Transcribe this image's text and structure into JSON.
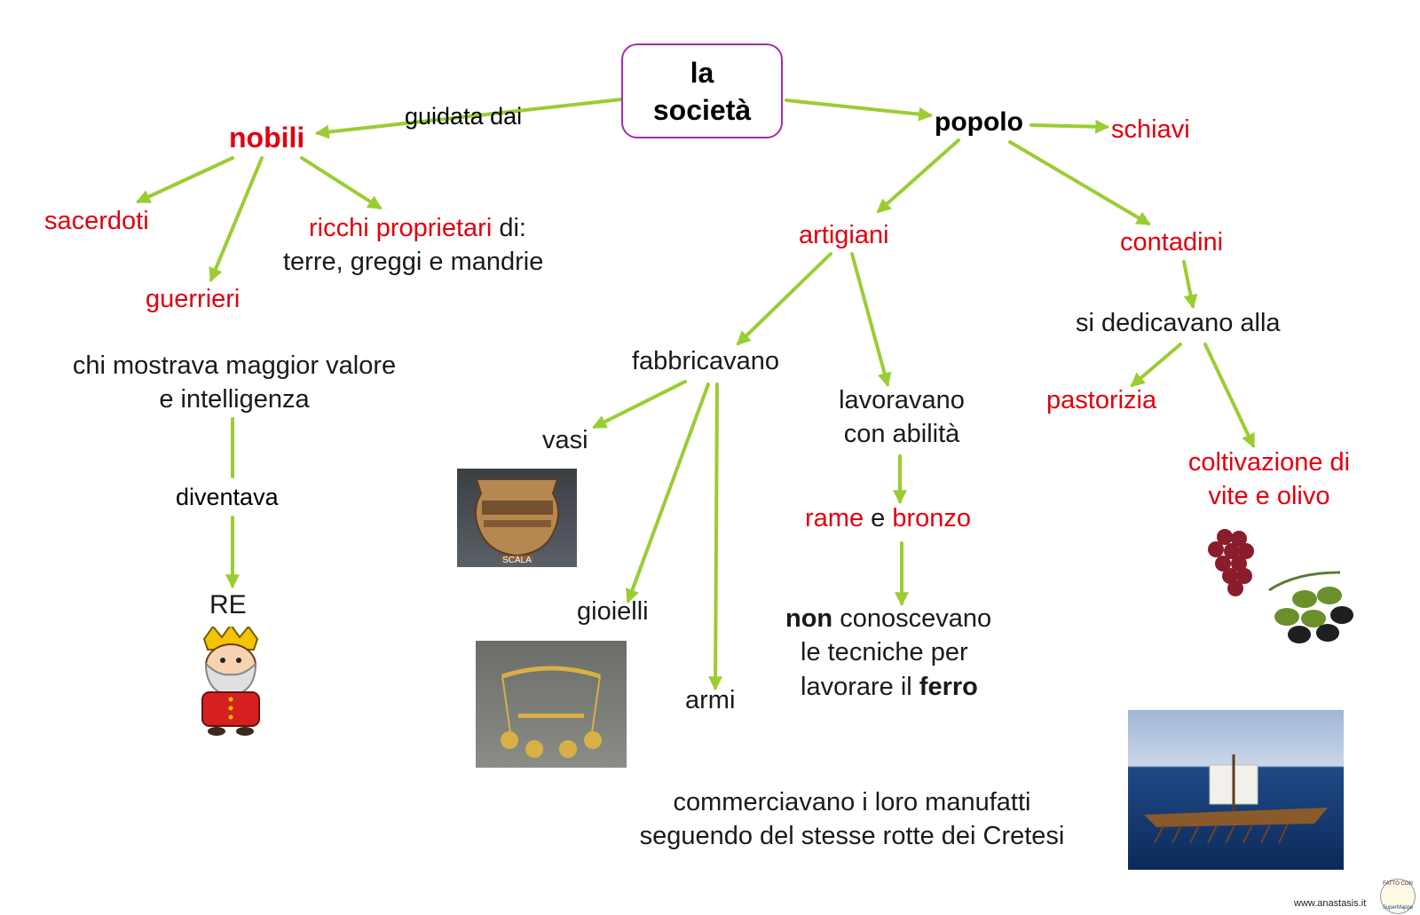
{
  "root": {
    "line1": "la",
    "line2": "società"
  },
  "edges": {
    "guidata": "guidata dai",
    "diventava": "diventava"
  },
  "nodes": {
    "nobili": "nobili",
    "sacerdoti": "sacerdoti",
    "guerrieri": "guerrieri",
    "ricchi_red": "ricchi proprietari",
    "ricchi_di": " di:",
    "ricchi_line2": "terre, greggi e mandrie",
    "chi_line1": "chi mostrava maggior valore",
    "chi_line2": "e intelligenza",
    "re": "RE",
    "popolo": "popolo",
    "schiavi": "schiavi",
    "artigiani": "artigiani",
    "contadini": "contadini",
    "fabbricavano": "fabbricavano",
    "vasi": "vasi",
    "gioielli": "gioielli",
    "armi": "armi",
    "lavoravano_line1": "lavoravano",
    "lavoravano_line2": "con abilità",
    "rame": "rame",
    "e": " e ",
    "bronzo": "bronzo",
    "non": "non",
    "conoscevano": " conoscevano",
    "le_tecniche": "le tecniche per",
    "lavorare": "lavorare il ",
    "ferro": "ferro",
    "dedicavano": "si dedicavano alla",
    "pastorizia": "pastorizia",
    "coltivazione_line1": "coltivazione di",
    "coltivazione_line2": "vite e olivo",
    "commerciavano_line1": "commerciavano i loro manufatti",
    "commerciavano_line2": "seguendo del stesse rotte dei Cretesi"
  },
  "images": {
    "vase_caption": "SCALA"
  },
  "footer": "www.anastasis.it",
  "logo": {
    "top": "FATTO CON",
    "bottom": "SuperMappe"
  },
  "colors": {
    "arrow": "#9acd32",
    "root_border": "#a22db0",
    "red_text": "#e0000f"
  }
}
